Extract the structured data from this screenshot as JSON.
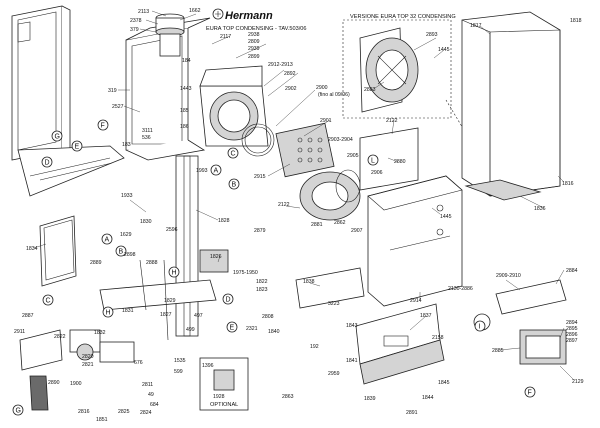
{
  "header": {
    "brand": "Hermann",
    "title": "EURA TOP CONDENSING - TAV.503/06",
    "inset_title": "VERSIONE EURA TOP 32 CONDENSING",
    "optional_label": "OPTIONAL"
  },
  "circle_letters": {
    "A": "A",
    "B": "B",
    "C": "C",
    "D": "D",
    "E": "E",
    "F": "F",
    "G": "G",
    "H": "H",
    "I": "I",
    "L": "L"
  },
  "labels": {
    "p2113": "2113",
    "p1662": "1662",
    "p2378": "2378",
    "p379": "379",
    "p2117": "2117",
    "p2938": "2938",
    "p2809": "2809",
    "p2939": "2939",
    "p2899": "2899",
    "p2912": "2912-2913",
    "p2892": "2892",
    "p184": "184",
    "p319": "319",
    "p1443": "1443",
    "p2902": "2902",
    "p2900": "2900",
    "p2900b": "(fino al 09/06)",
    "p2527": "2527",
    "p185": "185",
    "p186": "186",
    "p3111": "3111",
    "p536": "536",
    "p183": "183",
    "p2901": "2901",
    "p2903": "2903-2904",
    "p2122a": "2122",
    "p2880": "2880",
    "p2905": "2905",
    "p2906": "2906",
    "p2915": "2915",
    "p1993": "1993",
    "p1933": "1933",
    "p1830": "1830",
    "p2596": "2596",
    "p1828": "1828",
    "p2122b": "2122",
    "p2879": "2879",
    "p2881": "2881",
    "p2862": "2862",
    "p2907": "2907",
    "p1445a": "1445",
    "p1834": "1834",
    "p1629": "1629",
    "p2898": "2898",
    "p2889": "2889",
    "p2888": "2888",
    "p1826": "1826",
    "p1975": "1975-1950",
    "p1822": "1822",
    "p1823": "1823",
    "p1838": "1838",
    "p2914": "2914",
    "p2887": "2887",
    "p1831": "1831",
    "p1829": "1829",
    "p1827": "1827",
    "p497": "497",
    "p499": "499",
    "p2321": "2321",
    "p2808": "2808",
    "p1840": "1840",
    "p3223": "3223",
    "p1843": "1843",
    "p1837": "1837",
    "p2158": "2158",
    "p2911": "2911",
    "p1832": "1832",
    "p2822": "2822",
    "p2820": "2820",
    "p2821": "2821",
    "p676": "676",
    "p1535": "1535",
    "p599": "599",
    "p192": "192",
    "p1841": "1841",
    "p2959": "2959",
    "p1845": "1845",
    "p2890": "2890",
    "p1900": "1900",
    "p2811": "2811",
    "p49": "49",
    "p684": "684",
    "p1396": "1396",
    "p1928": "1928",
    "p2863": "2863",
    "p1839": "1839",
    "p1844": "1844",
    "p2891": "2891",
    "p2816": "2816",
    "p2825": "2825",
    "p2824": "2824",
    "p1851": "1851",
    "p2909": "2909-2910",
    "p2884": "2884",
    "p2130": "2130-2886",
    "p2894": "2894",
    "p2895": "2895",
    "p2896": "2896",
    "p2897": "2897",
    "p2885": "2885",
    "p2129": "2129",
    "p1817": "1817",
    "p1818": "1818",
    "p1816": "1816",
    "p1836": "1836",
    "p2893": "2893",
    "p1445b": "1445",
    "p2883": "2883"
  },
  "colors": {
    "line": "#222222",
    "grey_part": "#d4d4d4",
    "dark_part": "#6a6a6a",
    "background": "#ffffff"
  }
}
